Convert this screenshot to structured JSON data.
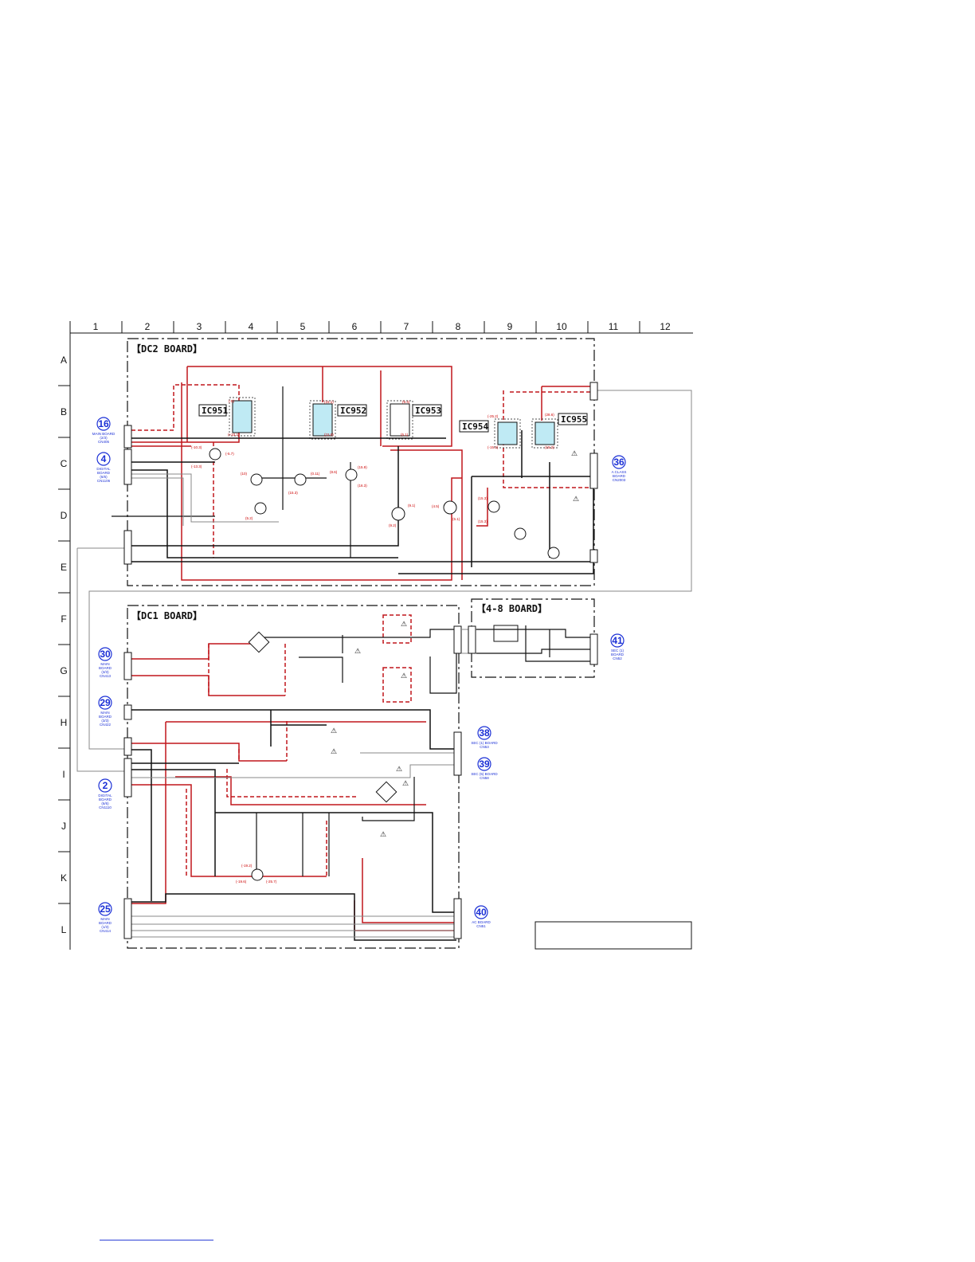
{
  "grid": {
    "columns": [
      "1",
      "2",
      "3",
      "4",
      "5",
      "6",
      "7",
      "8",
      "9",
      "10",
      "11",
      "12"
    ],
    "rows": [
      "A",
      "B",
      "C",
      "D",
      "E",
      "F",
      "G",
      "H",
      "I",
      "J",
      "K",
      "L"
    ]
  },
  "boards": {
    "dc2": "【DC2 BOARD】",
    "dc1": "【DC1 BOARD】",
    "b48": "【4-8 BOARD】"
  },
  "ics": [
    "IC951",
    "IC952",
    "IC953",
    "IC954",
    "IC955"
  ],
  "connectors": [
    {
      "num": "16",
      "lines": [
        "MAIN BOARD",
        "(2/3)",
        "CN405"
      ]
    },
    {
      "num": "4",
      "lines": [
        "DIGITAL",
        "BOARD",
        "(6/6)",
        "CN1106"
      ]
    },
    {
      "num": "36",
      "lines": [
        "A CLASS",
        "BOARD",
        "CN2003"
      ]
    },
    {
      "num": "41",
      "lines": [
        "SEC (1)",
        "BOARD",
        "CN52"
      ]
    },
    {
      "num": "30",
      "lines": [
        "MAIN",
        "BOARD",
        "(3/3)",
        "CN413"
      ]
    },
    {
      "num": "29",
      "lines": [
        "MAIN",
        "BOARD",
        "(3/3)",
        "CN422"
      ]
    },
    {
      "num": "38",
      "lines": [
        "SEC (1) BOARD",
        "CN53"
      ]
    },
    {
      "num": "39",
      "lines": [
        "SEC (5) BOARD",
        "CN58"
      ]
    },
    {
      "num": "2",
      "lines": [
        "DIGITAL",
        "BOARD",
        "(6/6)",
        "CN1110"
      ]
    },
    {
      "num": "25",
      "lines": [
        "MAIN",
        "BOARD",
        "(1/3)",
        "CN414"
      ]
    },
    {
      "num": "40",
      "lines": [
        "AC BOARD",
        "CN51"
      ]
    }
  ],
  "voltages": {
    "v1": "(-5)",
    "v2": "(+10.2)",
    "v3": "(15.1)",
    "v4": "(15.9)",
    "v5": "(9.4)",
    "v6": "(5.1)",
    "v7": "(-10.3)",
    "v8": "(-13.3)",
    "v9": "(-5.7)",
    "v10": "(10)",
    "v11": "(5.2)",
    "v12": "(15.3)",
    "v13": "(0.11)",
    "v14": "(8.6)",
    "v15": "(15.9)",
    "v16": "(16.3)",
    "v17": "(9.1)",
    "v18": "(9.2)",
    "v19": "(4.5)",
    "v20": "(5.1)",
    "v21": "(-25.2)",
    "v22": "(-15.2)",
    "v23": "(28.6)",
    "v24": "(15.2)",
    "v25": "(15.3)",
    "v26": "(15.3)",
    "v27": "(-19.2)",
    "v28": "(-19.6)",
    "v29": "(-25.7)"
  }
}
